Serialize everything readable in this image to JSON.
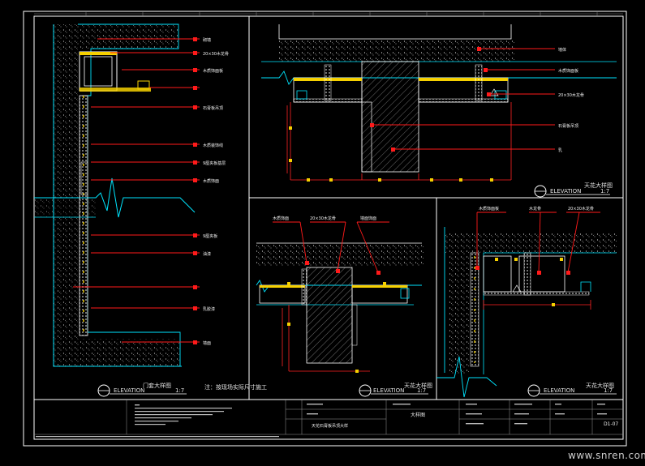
{
  "sheet": {
    "sheet_number": "D1-07",
    "title_block_drawing_name": "大样图"
  },
  "views": [
    {
      "caption_top": "门套大样图",
      "tag": "ELEVATION",
      "scale": "1:7"
    },
    {
      "caption_top": "天花大样图",
      "tag": "ELEVATION",
      "scale": "1:7"
    },
    {
      "caption_top": "天花大样图",
      "tag": "ELEVATION",
      "scale": "1:7"
    },
    {
      "caption_top": "天花大样图",
      "tag": "ELEVATION",
      "scale": "1:7"
    }
  ],
  "notes": {
    "view1_side_note": "注：按现场实际尺寸施工",
    "view3_bottom_note": "天花石膏板吊顶大样"
  },
  "labels": {
    "view1": [
      "砌墙",
      "20×30木龙骨",
      "木质饰面板",
      "石膏板吊顶",
      "木质装饰线",
      "9厘夹板基层",
      "木质饰面",
      "9厘夹板",
      "油漆",
      "乳胶漆",
      "墙面"
    ],
    "view2": [
      "墙体",
      "木质饰面板",
      "20×30木龙骨",
      "石膏板吊顶",
      "乳"
    ],
    "view3": [
      "木质饰面",
      "20×30木龙骨",
      "墙面饰面"
    ],
    "view4": [
      "木质饰面板",
      "木龙骨",
      "20×30木龙骨"
    ]
  },
  "watermark": "www.snren.com",
  "colors": {
    "frame": "#ffffff",
    "concrete": "#00e5ff",
    "wood": "#f5d000",
    "leader": "#ff1a1a",
    "dimension": "#ff2222",
    "hatch": "#8a8a8a",
    "detail": "#ffffff"
  }
}
